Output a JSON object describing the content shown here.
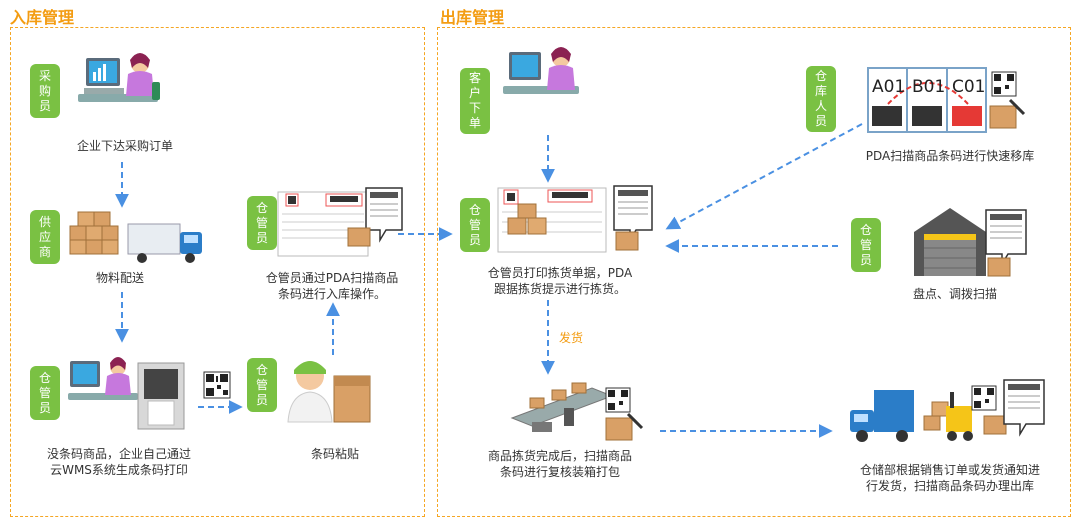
{
  "sections": {
    "inbound_title": "入库管理",
    "outbound_title": "出库管理"
  },
  "roles": {
    "purchaser": "采购员",
    "supplier": "供应商",
    "keeper_in_1": "仓管员",
    "keeper_in_2": "仓管员",
    "keeper_in_3": "仓管员",
    "customer": "客户下单",
    "keeper_out_1": "仓管员",
    "warehouse_staff": "仓库人员",
    "keeper_out_2": "仓管员"
  },
  "captions": {
    "purchase_order": "企业下达采购订单",
    "material_delivery": "物料配送",
    "generate_barcode_1": "没条码商品，企业自己通过",
    "generate_barcode_2": "云WMS系统生成条码打印",
    "label_paste": "条码粘贴",
    "scan_in_1": "仓管员通过PDA扫描商品",
    "scan_in_2": "条码进行入库操作。",
    "pick_1": "仓管员打印拣货单据，PDA",
    "pick_2": "跟据拣货提示进行拣货。",
    "move_scan": "PDA扫描商品条码进行快速移库",
    "inventory_scan": "盘点、调拨扫描",
    "pack_1": "商品拣货完成后，扫描商品",
    "pack_2": "条码进行复核装箱打包",
    "ship_1": "仓储部根据销售订单或发货通知进",
    "ship_2": "行发货，扫描商品条码办理出库",
    "ship_label": "发货"
  },
  "location_codes": [
    "A01",
    "B01",
    "C01"
  ],
  "icons": [
    "computer-user-icon",
    "truck-boxes-icon",
    "barcode-printer-icon",
    "qr-code-icon",
    "worker-box-icon",
    "pick-list-icon",
    "pda-device-icon",
    "warehouse-icon",
    "conveyor-scanner-icon",
    "truck-forklift-icon",
    "shelf-location-icon"
  ],
  "colors": {
    "accent": "#f39c12",
    "role_green": "#7ac143",
    "arrow_blue": "#4a90e2",
    "frame_border": "#f5a623"
  }
}
